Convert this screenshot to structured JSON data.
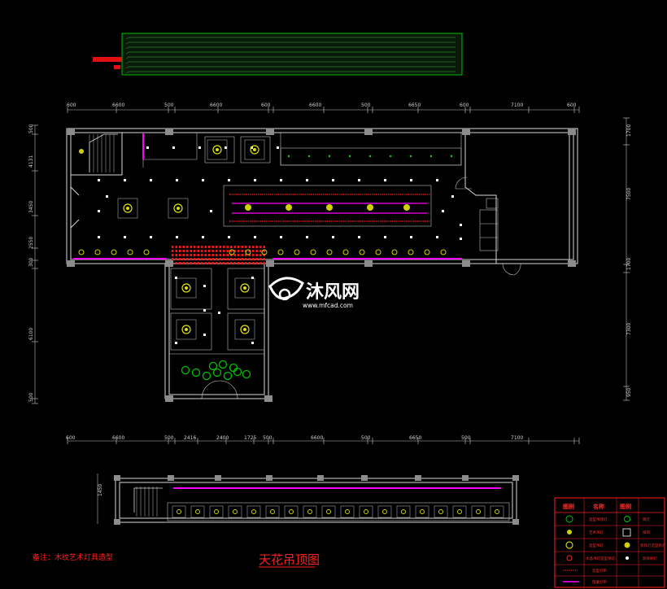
{
  "drawing": {
    "title": "天花吊顶图",
    "note": "备注：木纹艺术灯具造型",
    "watermark": {
      "brand": "沐风网",
      "url": "www.mfcad.com"
    }
  },
  "dimensions": {
    "top": [
      "600",
      "6600",
      "500",
      "6600",
      "600",
      "6600",
      "500",
      "6650",
      "600",
      "7100",
      "600"
    ],
    "bottom": [
      "600",
      "6600",
      "500",
      "2416",
      "2400",
      "1725",
      "500",
      "6600",
      "500",
      "6650",
      "500",
      "7100"
    ],
    "left": [
      "500",
      "4131",
      "3450",
      "2550",
      "300",
      "6100",
      "500"
    ],
    "right": [
      "1700",
      "7500",
      "1700",
      "7300",
      "950"
    ],
    "section": [
      "1450"
    ]
  },
  "legend": {
    "header_1": "图例",
    "header_2": "名称",
    "header_3": "图例",
    "rows": [
      {
        "name": "造型吊顶灯",
        "name2": "筒灯"
      },
      {
        "name": "艺术吊灯",
        "name2": "排风"
      },
      {
        "name": "造型吊灯",
        "name2": "装饰灯造型吊灯"
      },
      {
        "name": "水晶吊灯造型吊灯",
        "name2": "装饰射灯"
      },
      {
        "name": "造型灯带",
        "name2": ""
      },
      {
        "name": "暗藏灯带",
        "name2": ""
      }
    ]
  },
  "colors": {
    "background": "#000000",
    "wall": "#d8d8d8",
    "column": "#8c8c8c",
    "magenta": "#ff00ff",
    "red": "#ff0000",
    "green": "#00c000",
    "yellow": "#ffff00",
    "legend_red": "#ff3030"
  }
}
